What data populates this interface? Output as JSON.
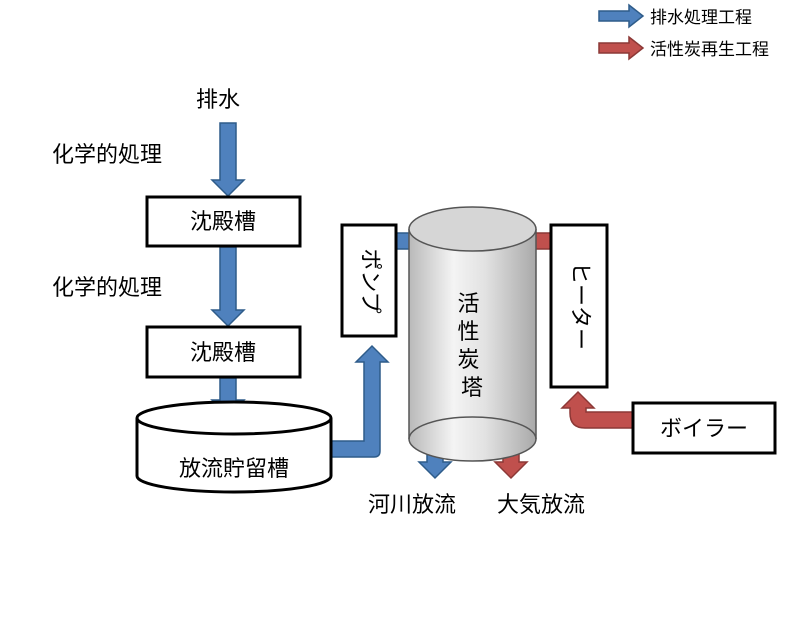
{
  "legend": {
    "wastewater": {
      "label": "排水処理工程",
      "color": "#4F81BD"
    },
    "regeneration": {
      "label": "活性炭再生工程",
      "color": "#C0504D"
    }
  },
  "inputs": {
    "wastewater": "排水"
  },
  "steps": {
    "chemical_1": "化学的処理",
    "chemical_2": "化学的処理"
  },
  "units": {
    "settling_1": "沈殿槽",
    "settling_2": "沈殿槽",
    "storage_tank": "放流貯留槽",
    "pump": "ポンプ",
    "carbon_tower": "活性炭塔",
    "heater": "ヒーター",
    "boiler": "ボイラー"
  },
  "outputs": {
    "river": "河川放流",
    "atmosphere": "大気放流"
  },
  "colors": {
    "flow_outline": "#2E5C8A",
    "regen_outline": "#8C3836"
  }
}
